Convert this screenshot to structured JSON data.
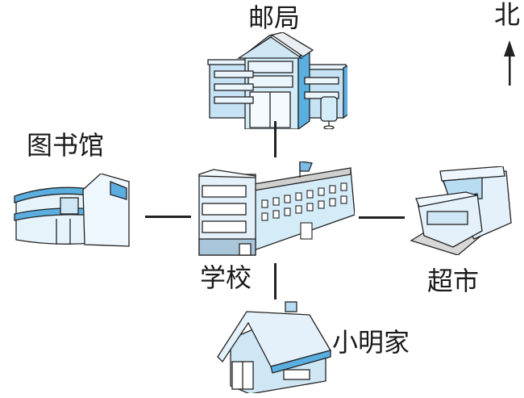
{
  "compass": {
    "label": "北",
    "direction": "north"
  },
  "places": {
    "post_office": {
      "label": "邮局",
      "position": "north"
    },
    "library": {
      "label": "图书馆",
      "position": "west"
    },
    "school": {
      "label": "学校",
      "position": "center"
    },
    "supermarket": {
      "label": "超市",
      "position": "east"
    },
    "home": {
      "label": "小明家",
      "position": "south"
    }
  },
  "colors": {
    "building_blue": "#b8dcf2",
    "accent_blue": "#5aaee0",
    "outline": "#222222"
  }
}
